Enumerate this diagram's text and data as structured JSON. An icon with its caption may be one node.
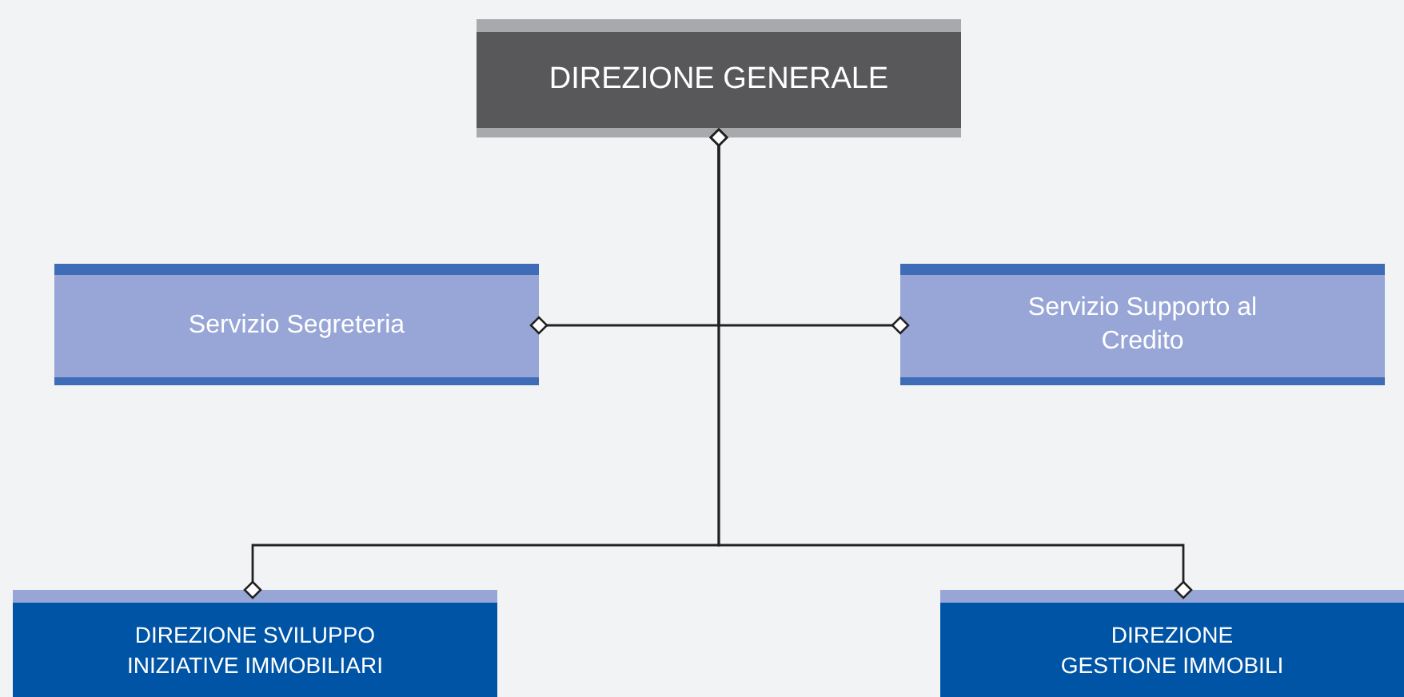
{
  "diagram": {
    "nodes": [
      {
        "text": [
          "DIREZIONE GENERALE"
        ]
      },
      {
        "text": [
          "Servizio Segreteria"
        ]
      },
      {
        "text": [
          "Servizio Supporto al Credito"
        ]
      },
      {
        "text": [
          "DIREZIONE SVILUPPO INIZIATIVE IMMOBILIARI"
        ]
      },
      {
        "text": [
          "DIREZIONE GESTIONE IMMOBILI"
        ]
      }
    ],
    "edges": [
      {
        "from": 0,
        "to": 1,
        "arrow": "other"
      },
      {
        "from": 0,
        "to": 2,
        "arrow": "other"
      },
      {
        "from": 0,
        "to": 3,
        "arrow": "other"
      },
      {
        "from": 0,
        "to": 4,
        "arrow": "other"
      }
    ]
  }
}
